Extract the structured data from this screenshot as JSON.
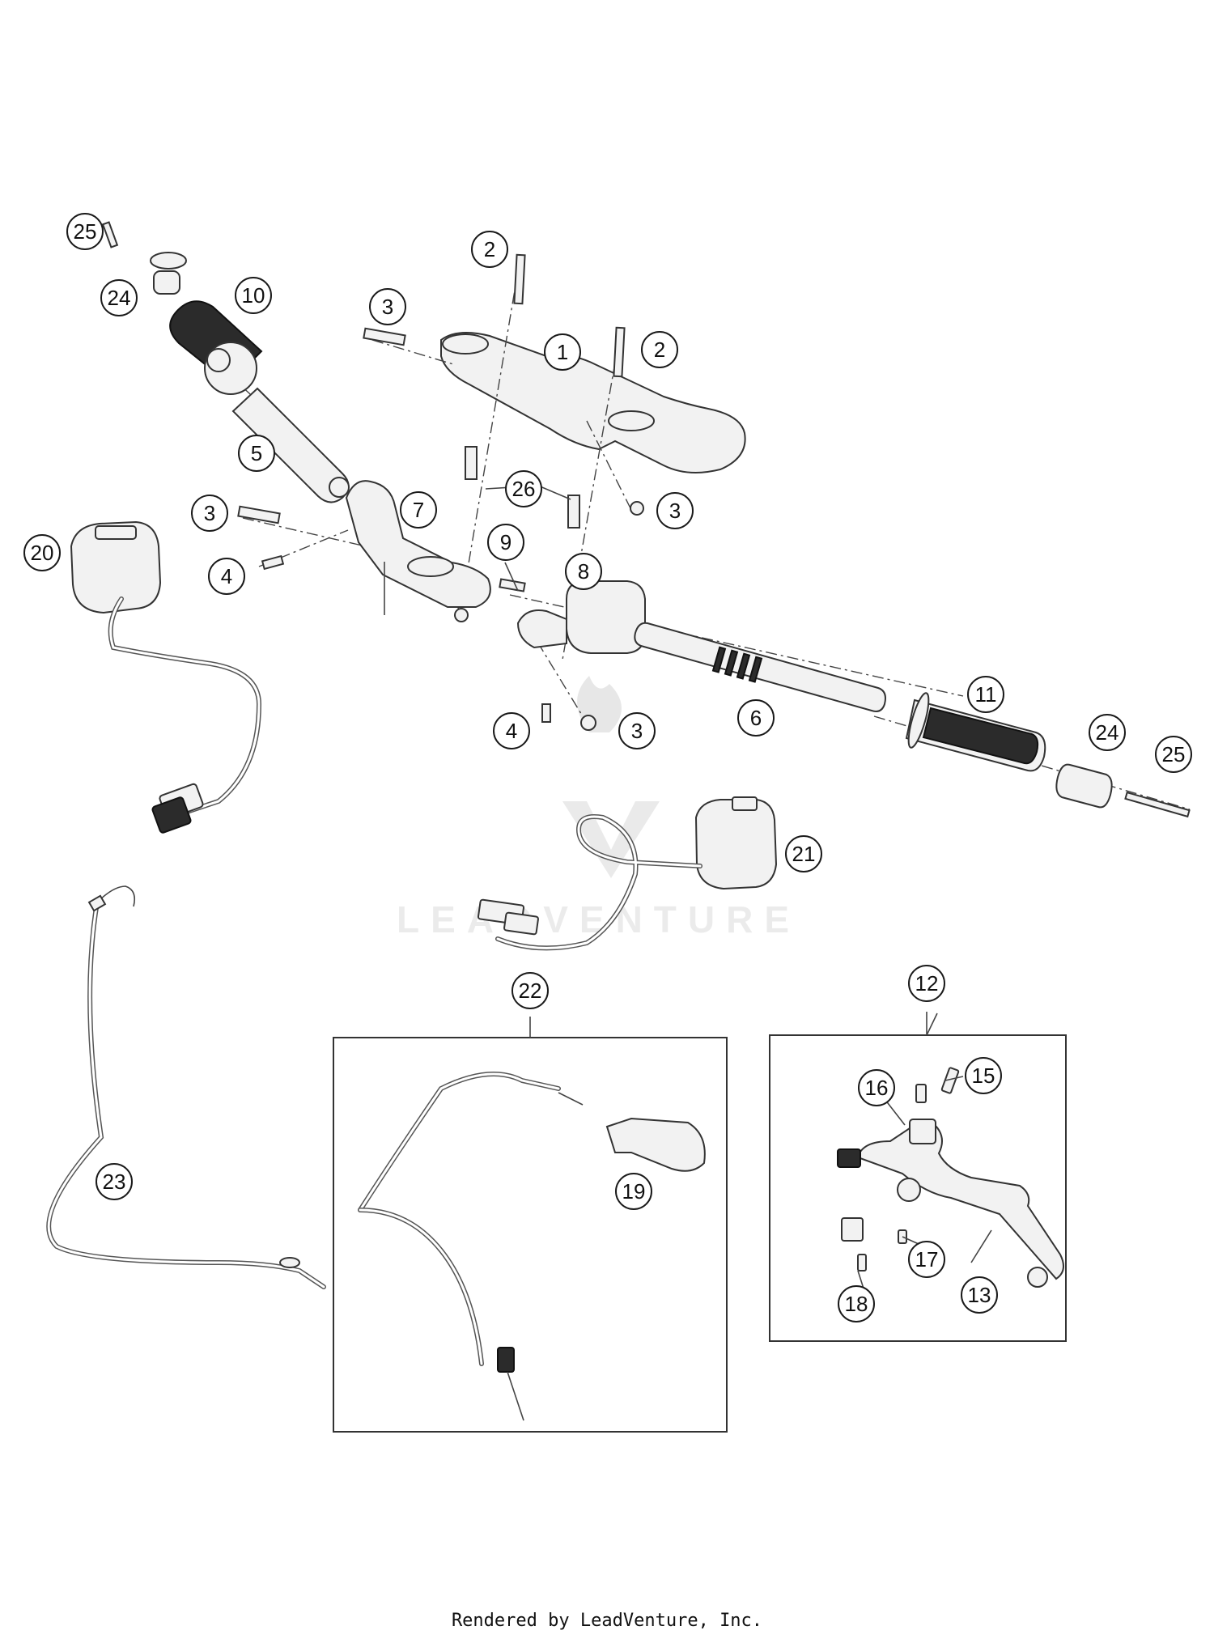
{
  "callouts": {
    "c1": "1",
    "c2a": "2",
    "c2b": "2",
    "c3a": "3",
    "c3b": "3",
    "c3c": "3",
    "c3d": "3",
    "c4a": "4",
    "c4b": "4",
    "c5": "5",
    "c6": "6",
    "c7": "7",
    "c8": "8",
    "c9": "9",
    "c10": "10",
    "c11": "11",
    "c12": "12",
    "c13": "13",
    "c15": "15",
    "c16": "16",
    "c17": "17",
    "c18": "18",
    "c19": "19",
    "c20": "20",
    "c21": "21",
    "c22": "22",
    "c23": "23",
    "c24a": "24",
    "c24b": "24",
    "c25a": "25",
    "c25b": "25",
    "c26": "26"
  },
  "watermark": "LEADVENTURE",
  "footer": "Rendered by LeadVenture, Inc."
}
